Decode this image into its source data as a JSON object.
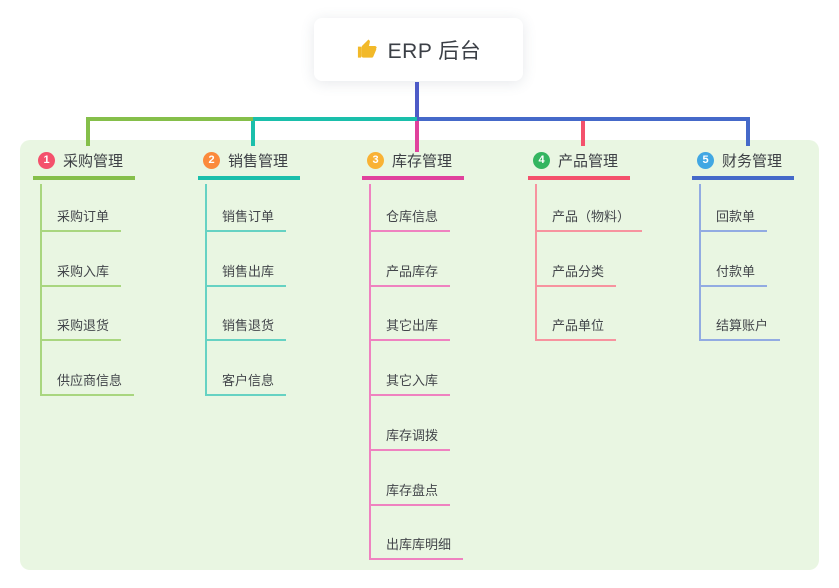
{
  "root": {
    "icon": "thumbs-up",
    "icon_color": "#f2b929",
    "title": "ERP 后台"
  },
  "connector_root_color": "#4d5bc7",
  "panel_background": "#e9f6e2",
  "branches": [
    {
      "index": "1",
      "label": "采购管理",
      "badge_color": "#f4516c",
      "line_color": "#85bf4a",
      "child_line_color": "#a9d67f",
      "children": [
        "采购订单",
        "采购入库",
        "采购退货",
        "供应商信息"
      ]
    },
    {
      "index": "2",
      "label": "销售管理",
      "badge_color": "#fb8a3c",
      "line_color": "#1abfab",
      "child_line_color": "#66d2c3",
      "children": [
        "销售订单",
        "销售出库",
        "销售退货",
        "客户信息"
      ]
    },
    {
      "index": "3",
      "label": "库存管理",
      "badge_color": "#f9b234",
      "line_color": "#e0419c",
      "child_line_color": "#ef82c0",
      "children": [
        "仓库信息",
        "产品库存",
        "其它出库",
        "其它入库",
        "库存调拨",
        "库存盘点",
        "出库库明细"
      ]
    },
    {
      "index": "4",
      "label": "产品管理",
      "badge_color": "#34b560",
      "line_color": "#f4516c",
      "child_line_color": "#f7939f",
      "children": [
        "产品（物料）",
        "产品分类",
        "产品单位"
      ]
    },
    {
      "index": "5",
      "label": "财务管理",
      "badge_color": "#41a7e3",
      "line_color": "#4569c9",
      "child_line_color": "#92abe2",
      "children": [
        "回款单",
        "付款单",
        "结算账户"
      ]
    }
  ]
}
